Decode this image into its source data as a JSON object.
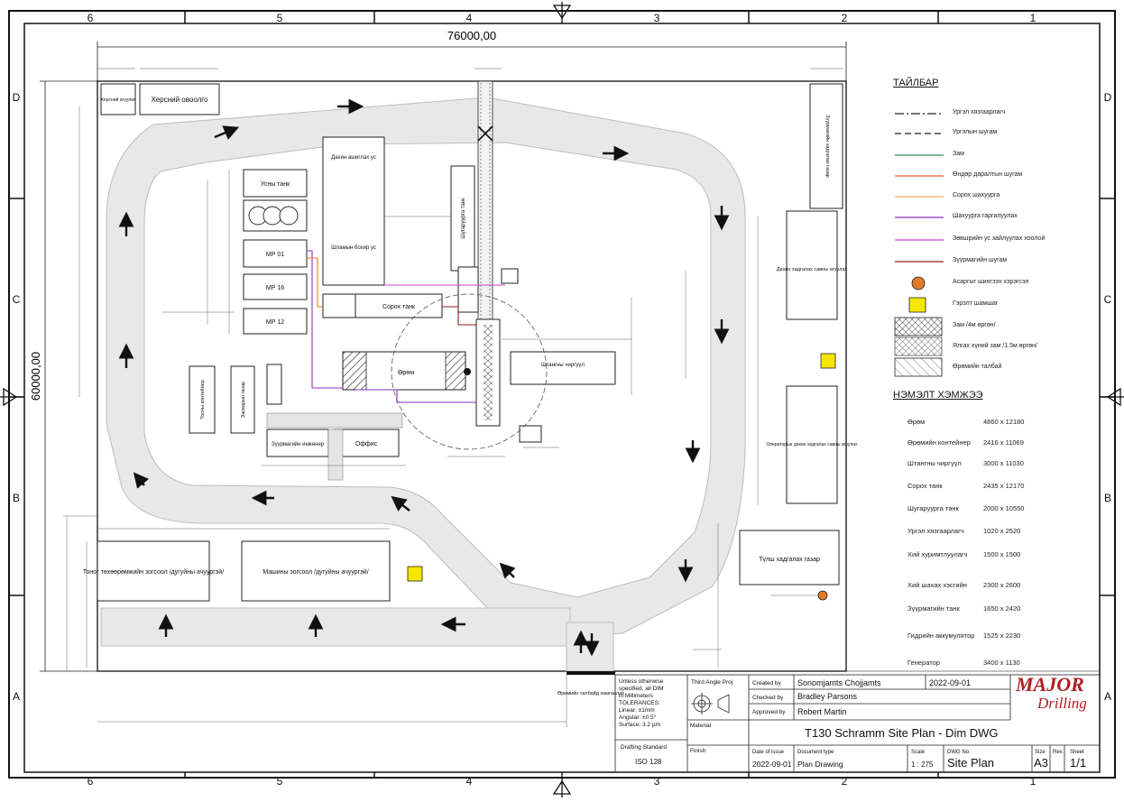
{
  "colors": {
    "line": "#1a1a1a",
    "road": "#e6e6e6",
    "yellow": "#f7e600",
    "orange": "#e07b2e",
    "purple": "#8a2fc0",
    "magenta": "#d23fd0",
    "red": "#8b1a1a",
    "green": "#2e8b57",
    "brand": "#b01e23"
  },
  "frame": {
    "columns": [
      "6",
      "5",
      "4",
      "3",
      "2",
      "1"
    ],
    "rows": [
      "D",
      "C",
      "B",
      "A"
    ]
  },
  "dims": {
    "overall_width": "76000,00",
    "overall_height": "60000,00"
  },
  "buildings": {
    "hersh_ambaar": "Херсний агуулах",
    "hersh_ovoolgo": "Херсний овоолго",
    "us_tank": "Усны танк",
    "mp01": "МР 01",
    "mp16": "МР 16",
    "mp12": "МР 12",
    "dahin_us": "Дахин ашиглах ус",
    "shlam_us": "Шламын бохир ус",
    "shugaml_tank": "Шугаруурга танк",
    "sorog_tank": "Сорох танк",
    "burm": "Өрөм",
    "shtang": "Штангны чиргүүл",
    "operator_house": "Операторын дахин хадгалах савны агуулах",
    "dahin_hadgalah": "Дахин хадгалах савны агуулах",
    "zuurmag_office": "Зүүрмагийн инженер",
    "office": "Оффис",
    "tosh_kontainer": "Тосны контейнер",
    "toolshop": "Засварын газар",
    "zuurmag_haygalah": "Зүүрмагийн хадгалах газар",
    "tulsh_hadgalah": "Түлш хадгалах газар",
    "tonog_zogsool": "Тоног төхөөрөмжийн зогсоол /дугуйны ачуургэй/",
    "mashin_zogsool": "Машины зогсоол /дугуйны ачуургэй/",
    "burm_talbai": "Өрөмийн талбайд хамгаалах"
  },
  "legend": {
    "title": "ТАЙЛБАР",
    "items": [
      {
        "label": "Ургэл хязгаарлагч",
        "kind": "dashdot"
      },
      {
        "label": "Ургэлын шугам",
        "kind": "dash"
      },
      {
        "label": "Зам",
        "kind": "green"
      },
      {
        "label": "Өндөр даралтын шугам",
        "kind": "orange"
      },
      {
        "label": "Сорох шахуурга",
        "kind": "lightorange"
      },
      {
        "label": "Шахуурга гаргалуулах",
        "kind": "purple"
      },
      {
        "label": "Зөвшрийн ус зайлуулах хоолой",
        "kind": "magenta"
      },
      {
        "label": "Зүүрмагийн шугам",
        "kind": "red"
      },
      {
        "label": "Асаргыг шингээх хэрэгсэл",
        "kind": "orangecircle"
      },
      {
        "label": "Гэрэлт шамшаг",
        "kind": "yellowsquare"
      },
      {
        "label": "Зам /4м өргөн/",
        "kind": "hatch1"
      },
      {
        "label": "Ялгах хүний зам /1.5м өргөн/",
        "kind": "hatch2"
      },
      {
        "label": "Өрөмийн талбай",
        "kind": "hatch3"
      }
    ]
  },
  "equipment": {
    "title": "НЭМЭЛТ ХЭМЖЭЭ",
    "items": [
      {
        "name": "Өрөм",
        "size": "4860 x 12180"
      },
      {
        "name": "Өрөмийн контейнер",
        "size": "2416 x 11069"
      },
      {
        "name": "Штангны чиргүүл",
        "size": "3000 x 11030"
      },
      {
        "name": "Сорох танк",
        "size": "2435 x 12170"
      },
      {
        "name": "Шугаруурга танк",
        "size": "2000 x 10550"
      },
      {
        "name": "Ургэл хязгаарлагч",
        "size": "1020 x 2520"
      },
      {
        "name": "Хий хуримтлуулагч",
        "size": "1500 x 1500"
      },
      {
        "name": "Хий шахах хэсгийн",
        "size": "2300 x 2600"
      },
      {
        "name": "Зүүрмагийн танк",
        "size": "1650 x 2420"
      },
      {
        "name": "Гидрийн аккумулятор",
        "size": "1525 x 2230"
      },
      {
        "name": "Генератор",
        "size": "3400 x 1130"
      }
    ]
  },
  "title_block": {
    "notes": [
      "Unless otherwise",
      "specified, all DIM",
      "in Millimeters",
      "TOLERANCES:",
      "Linear: ±1mm",
      "Angular: ±0.5°",
      "Surface: 3.2 µm"
    ],
    "third_angle": "Third Angle Proj",
    "material_label": "Material",
    "finish_label": "Finish",
    "drafting_label": "Drafting Standard",
    "drafting_value": "ISO 128",
    "created_label": "Created by",
    "created_value": "Sonomjamts Chojjamts",
    "created_date": "2022-09-01",
    "checked_label": "Checked by",
    "checked_value": "Bradley Parsons",
    "approved_label": "Approved by",
    "approved_value": "Robert Martin",
    "drawing_title": "T130 Schramm Site Plan - Dim DWG",
    "issue_label": "Date of issue",
    "issue_value": "2022-09-01",
    "doctype_label": "Document type",
    "doctype_value": "Plan Drawing",
    "scale_label": "Scale",
    "scale_value": "1 : 275",
    "dwg_label": "DWG No.",
    "dwg_value": "Site Plan",
    "size_label": "Size",
    "size_value": "A3",
    "rev_label": "Rev.",
    "rev_value": "",
    "sheet_label": "Sheet",
    "sheet_value": "1/1",
    "logo_top": "MAJOR",
    "logo_bottom": "Drilling"
  }
}
